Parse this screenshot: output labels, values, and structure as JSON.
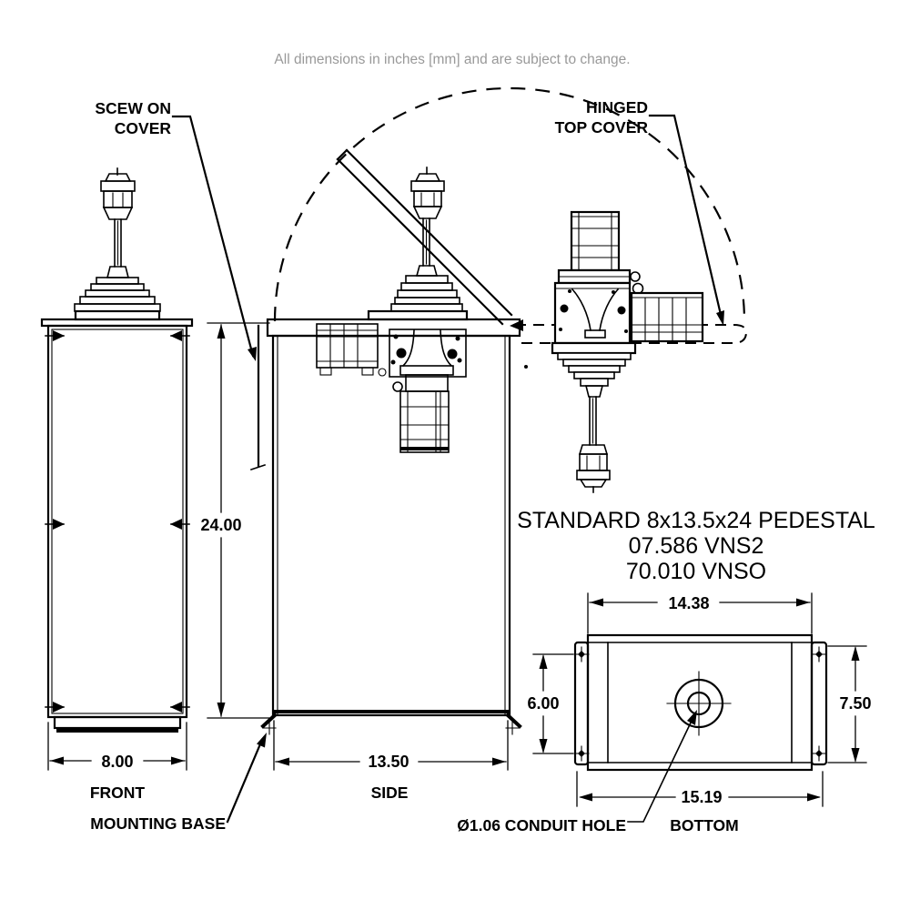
{
  "note": "All dimensions in inches [mm] and are subject to change.",
  "title": {
    "line1": "STANDARD 8x13.5x24 PEDESTAL",
    "line2": "07.586 VNS2",
    "line3": "70.010 VNSO"
  },
  "views": {
    "front": "FRONT",
    "side": "SIDE",
    "bottom": "BOTTOM"
  },
  "callouts": {
    "screw_on_cover_line1": "SCEW ON",
    "screw_on_cover_line2": "COVER",
    "hinged_cover_line1": "HINGED",
    "hinged_cover_line2": "TOP COVER",
    "mounting_base": "MOUNTING BASE",
    "conduit_hole": "Ø1.06 CONDUIT HOLE"
  },
  "dimensions": {
    "pedestal_height": "24.00",
    "front_width": "8.00",
    "side_depth": "13.50",
    "bottom_width_top": "14.38",
    "bottom_hole_spacing": "6.00",
    "bottom_height": "7.50",
    "bottom_width_overall": "15.19"
  },
  "colors": {
    "line": "#000000",
    "note_text": "#999999",
    "background": "#ffffff"
  }
}
